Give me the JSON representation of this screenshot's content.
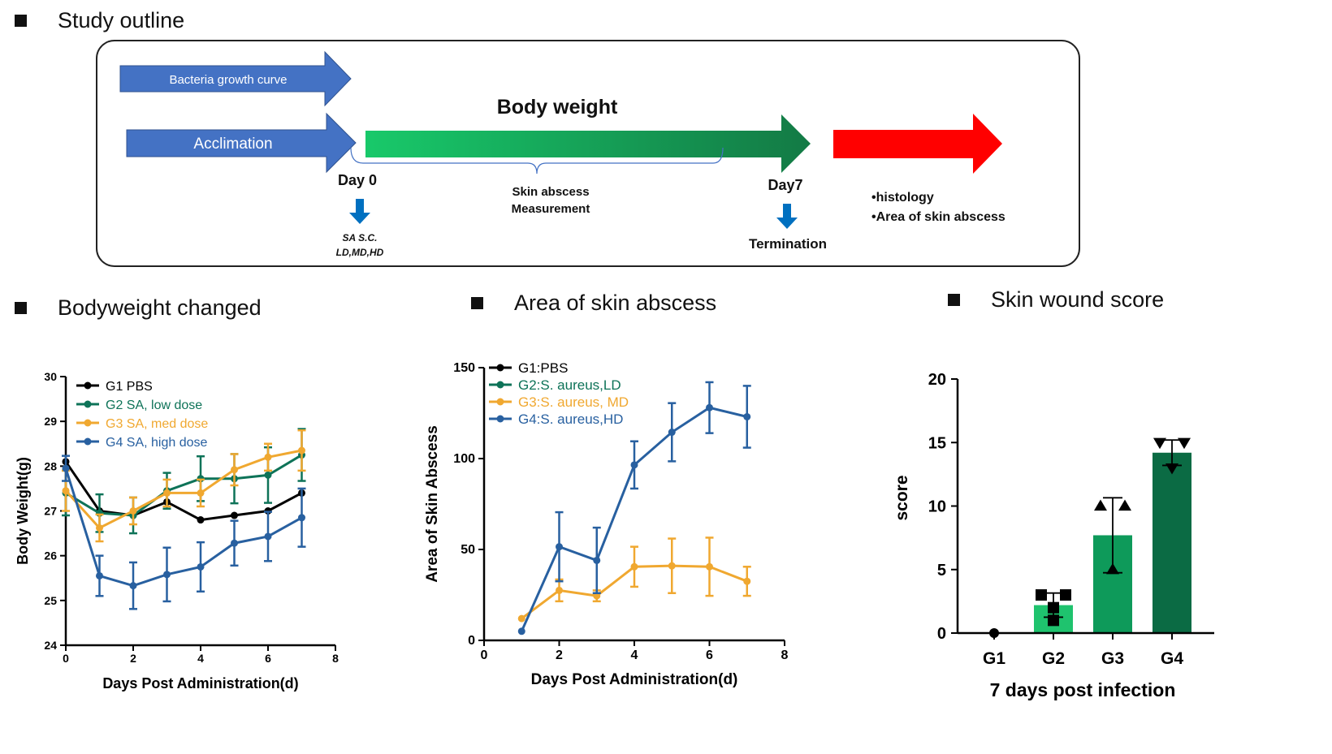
{
  "outline": {
    "heading": "Study outline",
    "bacteria_label": "Bacteria growth curve",
    "acclimation_label": "Acclimation",
    "body_weight_label": "Body weight",
    "day0_label": "Day 0",
    "day7_label": "Day7",
    "skin_abscess_line1": "Skin abscess",
    "skin_abscess_line2": "Measurement",
    "sasc_line1": "SA S.C.",
    "sasc_line2": "LD,MD,HD",
    "termination_label": "Termination",
    "bullet1": "•histology",
    "bullet2": "•Area of skin abscess",
    "colors": {
      "blue_arrow": "#4472c4",
      "green_start": "#18c96a",
      "green_end": "#137a45",
      "red_arrow": "#ff0000",
      "down_arrow": "#0070c0"
    }
  },
  "sections": {
    "bodyweight": "Bodyweight changed",
    "abscess": "Area of skin abscess",
    "wound": "Skin wound score"
  },
  "chart_data": [
    {
      "type": "line",
      "xlabel": "Days Post Administration(d)",
      "ylabel": "Body Weight(g)",
      "xlim": [
        0,
        8
      ],
      "ylim": [
        24,
        30
      ],
      "xticks": [
        0,
        2,
        4,
        6,
        8
      ],
      "yticks": [
        24,
        25,
        26,
        27,
        28,
        29,
        30
      ],
      "grid": false,
      "legend": "top-left",
      "x": [
        0,
        1,
        2,
        3,
        4,
        5,
        6,
        7
      ],
      "series": [
        {
          "name": "G1 PBS",
          "color": "#000000",
          "values": [
            28.1,
            27.0,
            26.9,
            27.2,
            26.8,
            26.9,
            27.0,
            27.4
          ],
          "errors": [
            0,
            0,
            0,
            0,
            0,
            0,
            0,
            0
          ]
        },
        {
          "name": "G2 SA, low dose",
          "color": "#0e7358",
          "values": [
            27.4,
            26.95,
            26.9,
            27.45,
            27.72,
            27.72,
            27.8,
            28.25
          ],
          "errors": [
            0.5,
            0.42,
            0.4,
            0.4,
            0.5,
            0.55,
            0.62,
            0.58
          ]
        },
        {
          "name": "G3 SA, med dose",
          "color": "#f0a830",
          "values": [
            27.45,
            26.62,
            27.0,
            27.4,
            27.4,
            27.92,
            28.2,
            28.35
          ],
          "errors": [
            0.45,
            0.3,
            0.3,
            0.3,
            0.3,
            0.35,
            0.3,
            0.45
          ]
        },
        {
          "name": "G4 SA, high dose",
          "color": "#2860a0",
          "values": [
            27.95,
            25.55,
            25.33,
            25.58,
            25.75,
            26.28,
            26.43,
            26.85
          ],
          "errors": [
            0.28,
            0.45,
            0.52,
            0.6,
            0.55,
            0.5,
            0.55,
            0.65
          ]
        }
      ]
    },
    {
      "type": "line",
      "xlabel": "Days Post Administration(d)",
      "ylabel": "Area of Skin Abscess",
      "xlim": [
        0,
        8
      ],
      "ylim": [
        0,
        150
      ],
      "xticks": [
        0,
        2,
        4,
        6,
        8
      ],
      "yticks": [
        0,
        50,
        100,
        150
      ],
      "grid": false,
      "legend": "top-left",
      "x": [
        1,
        2,
        3,
        4,
        5,
        6,
        7
      ],
      "series": [
        {
          "name": "G1:PBS",
          "color": "#000000",
          "values": [],
          "errors": []
        },
        {
          "name": "G2:S. aureus,LD",
          "color": "#0e7358",
          "values": [],
          "errors": []
        },
        {
          "name": "G3:S. aureus, MD",
          "color": "#f0a830",
          "values": [
            12,
            27.5,
            24.5,
            40.5,
            41,
            40.5,
            32.5
          ],
          "errors": [
            0,
            6,
            3,
            11,
            15,
            16,
            8
          ]
        },
        {
          "name": "G4:S. aureus,HD",
          "color": "#2860a0",
          "values": [
            5,
            51.5,
            44,
            96.5,
            114.5,
            128,
            123
          ],
          "errors": [
            0,
            19,
            18,
            13,
            16,
            14,
            17
          ]
        }
      ]
    },
    {
      "type": "bar",
      "xlabel": "7 days post infection",
      "ylabel": "score",
      "ylim": [
        0,
        20
      ],
      "yticks": [
        0,
        5,
        10,
        15,
        20
      ],
      "categories": [
        "G1",
        "G2",
        "G3",
        "G4"
      ],
      "values": [
        0,
        2.2,
        7.7,
        14.2
      ],
      "errors": [
        0,
        0.95,
        2.95,
        1.0
      ],
      "colors": [
        "#ffffff",
        "#1fc36e",
        "#0e9a5a",
        "#0b6b44"
      ],
      "points": [
        {
          "marker": "circle",
          "values": [
            0
          ]
        },
        {
          "marker": "square",
          "values": [
            3,
            3,
            2,
            1
          ]
        },
        {
          "marker": "triangle-up",
          "values": [
            10,
            10,
            5
          ]
        },
        {
          "marker": "triangle-down",
          "values": [
            15,
            15,
            13
          ]
        }
      ]
    }
  ]
}
